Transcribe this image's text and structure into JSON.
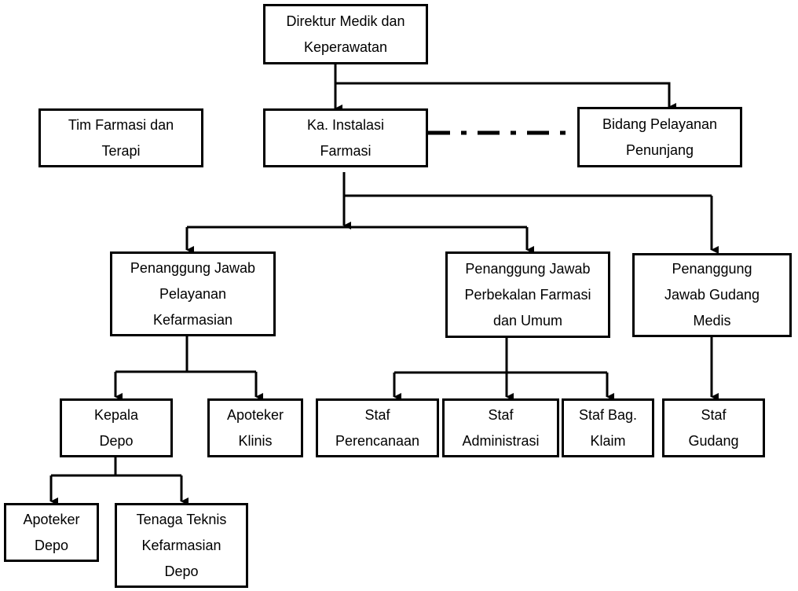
{
  "diagram": {
    "nodes": {
      "direktur": "Direktur Medik dan\nKeperawatan",
      "tim_farmasi": "Tim Farmasi dan\nTerapi",
      "ka_instalasi": "Ka. Instalasi\nFarmasi",
      "bidang_pelayanan": "Bidang Pelayanan\nPenunjang",
      "pj_pelayanan": "Penanggung Jawab\nPelayanan\nKefarmasian",
      "pj_perbekalan": "Penanggung Jawab\nPerbekalan Farmasi\ndan Umum",
      "pj_gudang": "Penanggung\nJawab Gudang\nMedis",
      "kepala_depo": "Kepala\nDepo",
      "apoteker_klinis": "Apoteker\nKlinis",
      "staf_perencanaan": "Staf\nPerencanaan",
      "staf_administrasi": "Staf\nAdministrasi",
      "staf_klaim": "Staf Bag.\nKlaim",
      "staf_gudang": "Staf\nGudang",
      "apoteker_depo": "Apoteker\nDepo",
      "tenaga_teknis": "Tenaga Teknis\nKefarmasian\nDepo"
    }
  }
}
